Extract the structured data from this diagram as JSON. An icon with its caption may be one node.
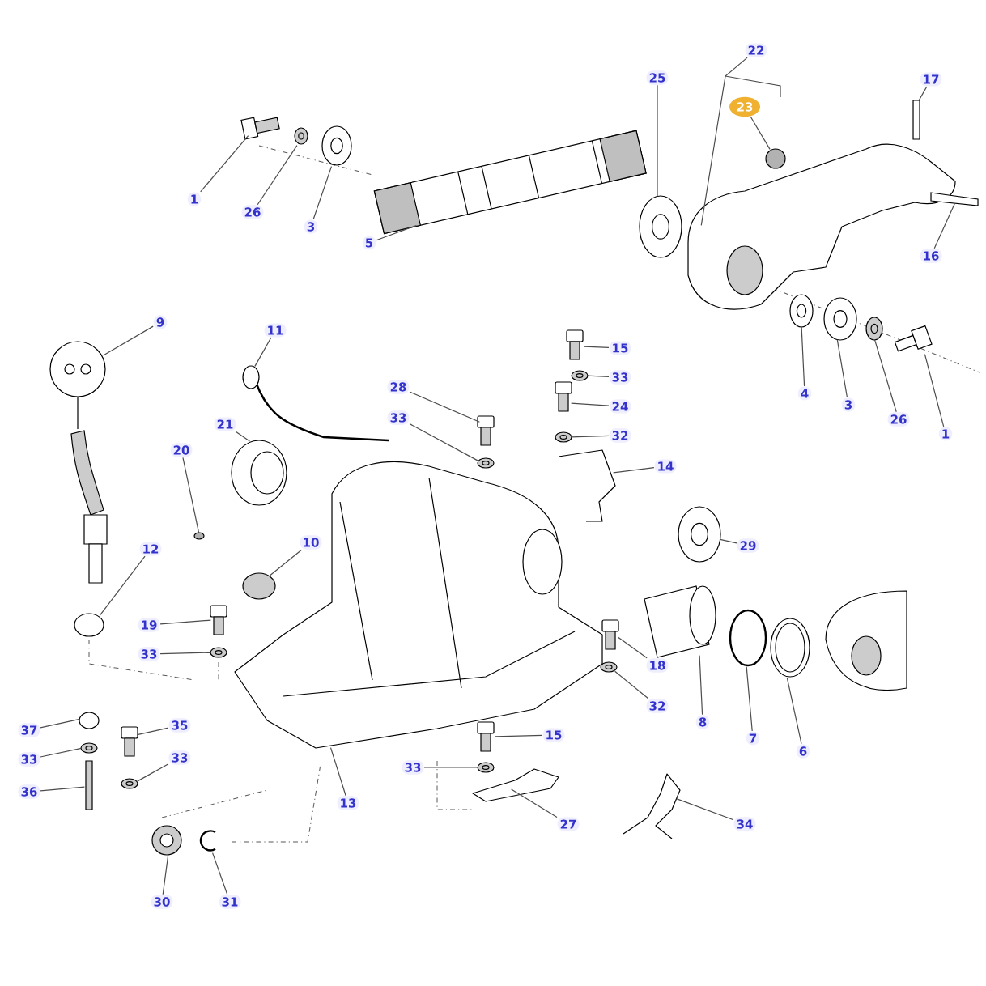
{
  "diagram": {
    "nodes": [
      {
        "text": [
          "1"
        ]
      },
      {
        "text": [
          "26"
        ]
      },
      {
        "text": [
          "3"
        ]
      },
      {
        "text": [
          "5"
        ]
      },
      {
        "text": [
          "25"
        ]
      },
      {
        "text": [
          "22"
        ]
      },
      {
        "text": [
          "23"
        ]
      },
      {
        "text": [
          "17"
        ]
      },
      {
        "text": [
          "16"
        ]
      },
      {
        "text": [
          "4"
        ]
      },
      {
        "text": [
          "3"
        ]
      },
      {
        "text": [
          "26"
        ]
      },
      {
        "text": [
          "1"
        ]
      },
      {
        "text": [
          "9"
        ]
      },
      {
        "text": [
          "11"
        ]
      },
      {
        "text": [
          "15"
        ]
      },
      {
        "text": [
          "33"
        ]
      },
      {
        "text": [
          "24"
        ]
      },
      {
        "text": [
          "28"
        ]
      },
      {
        "text": [
          "33"
        ]
      },
      {
        "text": [
          "32"
        ]
      },
      {
        "text": [
          "14"
        ]
      },
      {
        "text": [
          "20"
        ]
      },
      {
        "text": [
          "21"
        ]
      },
      {
        "text": [
          "10"
        ]
      },
      {
        "text": [
          "29"
        ]
      },
      {
        "text": [
          "12"
        ]
      },
      {
        "text": [
          "19"
        ]
      },
      {
        "text": [
          "33"
        ]
      },
      {
        "text": [
          "18"
        ]
      },
      {
        "text": [
          "32"
        ]
      },
      {
        "text": [
          "8"
        ]
      },
      {
        "text": [
          "7"
        ]
      },
      {
        "text": [
          "6"
        ]
      },
      {
        "text": [
          "37"
        ]
      },
      {
        "text": [
          "33"
        ]
      },
      {
        "text": [
          "36"
        ]
      },
      {
        "text": [
          "35"
        ]
      },
      {
        "text": [
          "33"
        ]
      },
      {
        "text": [
          "15"
        ]
      },
      {
        "text": [
          "33"
        ]
      },
      {
        "text": [
          "13"
        ]
      },
      {
        "text": [
          "27"
        ]
      },
      {
        "text": [
          "34"
        ]
      },
      {
        "text": [
          "30"
        ]
      },
      {
        "text": [
          "31"
        ]
      },
      {
        "text": [],
        "shape": "picture"
      },
      {
        "text": [],
        "shape": "picture"
      },
      {
        "text": [],
        "shape": "picture"
      },
      {
        "text": [],
        "shape": "picture"
      },
      {
        "text": [],
        "shape": "picture"
      },
      {
        "text": [],
        "shape": "picture"
      },
      {
        "text": [],
        "shape": "circle"
      },
      {
        "text": [],
        "shape": "bar"
      },
      {
        "text": [],
        "shape": "bar"
      },
      {
        "text": [],
        "shape": "picture"
      },
      {
        "text": [],
        "shape": "picture"
      },
      {
        "text": [],
        "shape": "picture"
      },
      {
        "text": [],
        "shape": "picture"
      },
      {
        "text": [],
        "shape": "picture"
      },
      {
        "text": [],
        "shape": "picture"
      },
      {
        "text": [],
        "shape": "picture"
      },
      {
        "text": [],
        "shape": "picture"
      },
      {
        "text": [],
        "shape": "picture"
      },
      {
        "text": [],
        "shape": "picture"
      },
      {
        "text": [],
        "shape": "picture"
      },
      {
        "text": [],
        "shape": "picture"
      },
      {
        "text": [],
        "shape": "picture"
      },
      {
        "text": [],
        "shape": "circle"
      },
      {
        "text": [],
        "shape": "picture"
      },
      {
        "text": [],
        "shape": "circle"
      },
      {
        "text": [],
        "shape": "picture"
      },
      {
        "text": [],
        "shape": "circle"
      },
      {
        "text": [],
        "shape": "picture"
      },
      {
        "text": [],
        "shape": "picture"
      },
      {
        "text": [],
        "shape": "picture"
      },
      {
        "text": [],
        "shape": "picture"
      },
      {
        "text": [],
        "shape": "picture"
      },
      {
        "text": [],
        "shape": "circle"
      },
      {
        "text": [],
        "shape": "picture"
      },
      {
        "text": [],
        "shape": "circle"
      },
      {
        "text": [],
        "shape": "picture"
      },
      {
        "text": [],
        "shape": "bar"
      },
      {
        "text": [],
        "shape": "picture"
      },
      {
        "text": [],
        "shape": "picture"
      },
      {
        "text": [],
        "shape": "picture"
      },
      {
        "text": [],
        "shape": "picture"
      },
      {
        "text": [],
        "shape": "picture"
      },
      {
        "text": [],
        "shape": "picture"
      },
      {
        "text": [],
        "shape": "picture"
      },
      {
        "text": [],
        "shape": "picture"
      },
      {
        "text": [],
        "shape": "picture"
      }
    ],
    "edges": [
      {
        "from": 0,
        "to": 46,
        "arrow": "none"
      },
      {
        "from": 1,
        "to": 47,
        "arrow": "none"
      },
      {
        "from": 2,
        "to": 48,
        "arrow": "none"
      },
      {
        "from": 3,
        "to": 49,
        "arrow": "none"
      },
      {
        "from": 4,
        "to": 50,
        "arrow": "none"
      },
      {
        "from": 5,
        "to": 51,
        "arrow": "none"
      },
      {
        "from": 6,
        "to": 52,
        "arrow": "none"
      },
      {
        "from": 7,
        "to": 53,
        "arrow": "none"
      },
      {
        "from": 8,
        "to": 54,
        "arrow": "none"
      },
      {
        "from": 9,
        "to": 55,
        "arrow": "none"
      },
      {
        "from": 10,
        "to": 56,
        "arrow": "none"
      },
      {
        "from": 11,
        "to": 57,
        "arrow": "none"
      },
      {
        "from": 12,
        "to": 58,
        "arrow": "none"
      },
      {
        "from": 13,
        "to": 59,
        "arrow": "none"
      },
      {
        "from": 14,
        "to": 60,
        "arrow": "none"
      },
      {
        "from": 15,
        "to": 61,
        "arrow": "none"
      },
      {
        "from": 16,
        "to": 62,
        "arrow": "none"
      },
      {
        "from": 17,
        "to": 63,
        "arrow": "none"
      },
      {
        "from": 18,
        "to": 64,
        "arrow": "none"
      },
      {
        "from": 19,
        "to": 65,
        "arrow": "none"
      },
      {
        "from": 20,
        "to": 66,
        "arrow": "none"
      },
      {
        "from": 21,
        "to": 67,
        "arrow": "none"
      },
      {
        "from": 22,
        "to": 68,
        "arrow": "none"
      },
      {
        "from": 23,
        "to": 69,
        "arrow": "none"
      },
      {
        "from": 24,
        "to": 70,
        "arrow": "none"
      },
      {
        "from": 25,
        "to": 71,
        "arrow": "none"
      },
      {
        "from": 26,
        "to": 72,
        "arrow": "none"
      },
      {
        "from": 27,
        "to": 73,
        "arrow": "none"
      },
      {
        "from": 28,
        "to": 74,
        "arrow": "none"
      },
      {
        "from": 29,
        "to": 75,
        "arrow": "none"
      },
      {
        "from": 30,
        "to": 76,
        "arrow": "none"
      },
      {
        "from": 31,
        "to": 77,
        "arrow": "none"
      },
      {
        "from": 32,
        "to": 78,
        "arrow": "none"
      },
      {
        "from": 33,
        "to": 79,
        "arrow": "none"
      },
      {
        "from": 34,
        "to": 80,
        "arrow": "none"
      },
      {
        "from": 35,
        "to": 81,
        "arrow": "none"
      },
      {
        "from": 36,
        "to": 82,
        "arrow": "none"
      },
      {
        "from": 37,
        "to": 83,
        "arrow": "none"
      },
      {
        "from": 38,
        "to": 84,
        "arrow": "none"
      },
      {
        "from": 39,
        "to": 85,
        "arrow": "none"
      },
      {
        "from": 40,
        "to": 86,
        "arrow": "none"
      },
      {
        "from": 41,
        "to": 87,
        "arrow": "none"
      },
      {
        "from": 42,
        "to": 88,
        "arrow": "none"
      },
      {
        "from": 43,
        "to": 89,
        "arrow": "none"
      },
      {
        "from": 44,
        "to": 90,
        "arrow": "none"
      },
      {
        "from": 45,
        "to": 91,
        "arrow": "none"
      }
    ]
  }
}
